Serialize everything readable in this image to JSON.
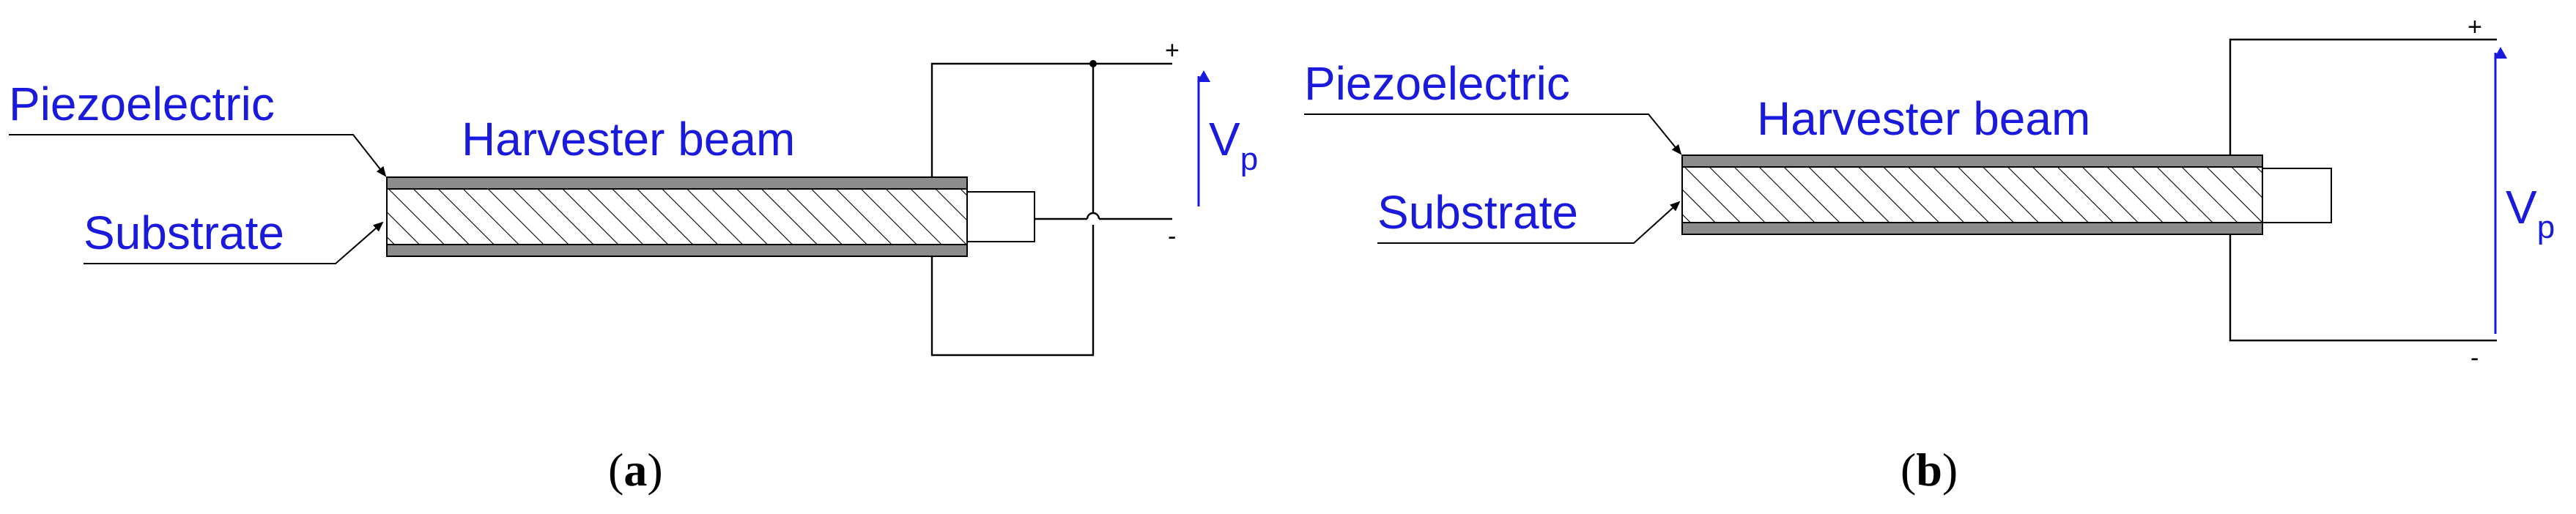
{
  "panels": [
    {
      "id": "a",
      "piezo_label": "Piezoelectric",
      "beam_label": "Harvester beam",
      "substrate_label": "Substrate",
      "voltage_symbol": "V",
      "voltage_subscript": "p",
      "plus_sign": "+",
      "minus_sign": "-",
      "caption_open": "(",
      "caption_letter": "a",
      "caption_close": ")"
    },
    {
      "id": "b",
      "piezo_label": "Piezoelectric",
      "beam_label": "Harvester beam",
      "substrate_label": "Substrate",
      "voltage_symbol": "V",
      "voltage_subscript": "p",
      "plus_sign": "+",
      "minus_sign": "-",
      "caption_open": "(",
      "caption_letter": "b",
      "caption_close": ")"
    }
  ],
  "colors": {
    "label_blue": "#1a1adc",
    "piezo_layer": "#8c8c8c",
    "wire": "#000000",
    "arrow": "#1a1adc"
  }
}
